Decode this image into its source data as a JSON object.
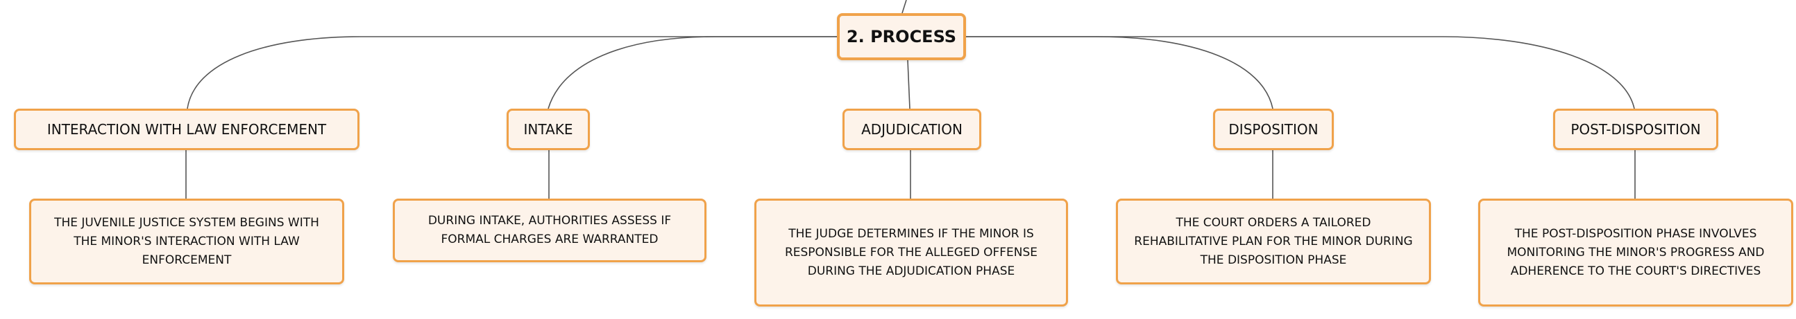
{
  "root": {
    "label": "2. PROCESS"
  },
  "branches": [
    {
      "label": "INTERACTION WITH LAW ENFORCEMENT",
      "detail": "THE JUVENILE JUSTICE SYSTEM BEGINS WITH THE MINOR'S INTERACTION WITH LAW ENFORCEMENT"
    },
    {
      "label": "INTAKE",
      "detail": "DURING INTAKE, AUTHORITIES ASSESS IF FORMAL CHARGES ARE WARRANTED"
    },
    {
      "label": "ADJUDICATION",
      "detail": "THE JUDGE DETERMINES IF THE MINOR IS RESPONSIBLE FOR THE ALLEGED OFFENSE DURING THE ADJUDICATION PHASE"
    },
    {
      "label": "DISPOSITION",
      "detail": "THE COURT ORDERS A TAILORED REHABILITATIVE PLAN FOR THE MINOR DURING THE DISPOSITION PHASE"
    },
    {
      "label": "POST-DISPOSITION",
      "detail": "THE POST-DISPOSITION PHASE INVOLVES MONITORING THE MINOR'S PROGRESS AND ADHERENCE TO THE COURT'S DIRECTIVES"
    }
  ],
  "colors": {
    "border": "#f0a24a",
    "fill": "#fdf3ea",
    "line": "#555555"
  }
}
